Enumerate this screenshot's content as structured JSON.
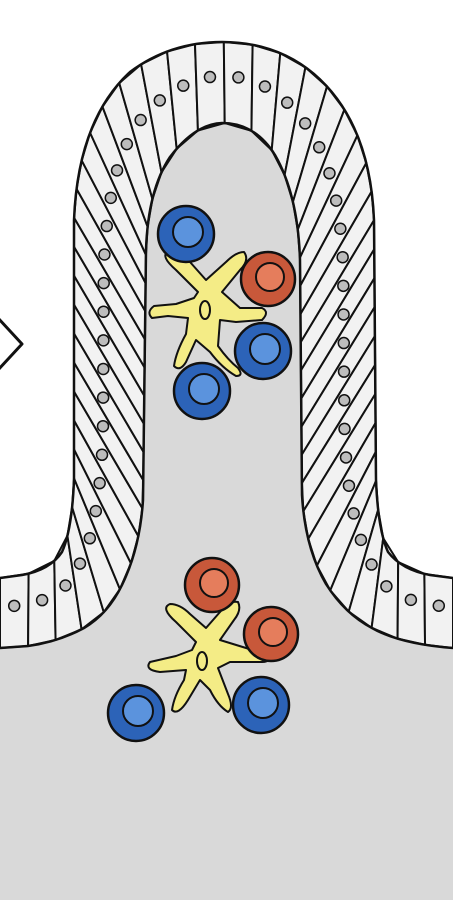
{
  "colors": {
    "background": "#ffffff",
    "lamina": "#d9d9d9",
    "epithelial_cell": "#f2f2f2",
    "nucleus": "#bdbdbd",
    "outline": "#111111",
    "blue_cell": "#2c63b8",
    "blue_cell_inner": "#5b93dd",
    "red_cell": "#c8583a",
    "red_cell_inner": "#e57d5c",
    "dendritic_cell": "#f4ec86"
  },
  "clusters": [
    {
      "name": "upper-cluster",
      "dendritic_cells": 1,
      "blue_cells": 3,
      "red_cells": 1
    },
    {
      "name": "lower-cluster",
      "dendritic_cells": 1,
      "blue_cells": 2,
      "red_cells": 2
    }
  ]
}
